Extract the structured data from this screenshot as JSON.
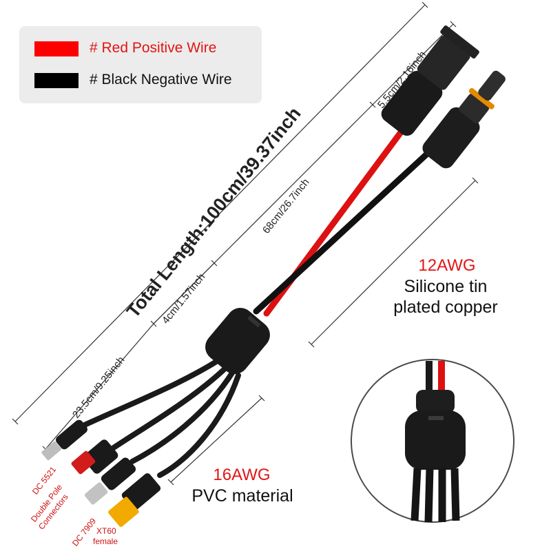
{
  "legend": {
    "red_label": "# Red Positive Wire",
    "black_label": "# Black Negative Wire",
    "red_color": "#ff0000",
    "black_color": "#000000"
  },
  "measurements": {
    "total_length": "Total Length:100cm/39.37inch",
    "main_length": "68cm/26.7inch",
    "connector_length": "5.5cm/2.16inch",
    "splitter_length": "4cm/1.57inch",
    "branch_length": "23.5cm/9.25inch"
  },
  "main_wire": {
    "gauge": "12AWG",
    "material_line1": "Silicone tin",
    "material_line2": "plated copper"
  },
  "branch_wire": {
    "gauge": "16AWG",
    "material": "PVC material"
  },
  "connectors": {
    "dc5521": "DC 5521",
    "double_pole_line1": "Double Pole",
    "double_pole_line2": "Connectors",
    "dc7909": "DC 7909",
    "xt60_line1": "XT60",
    "xt60_line2": "female"
  },
  "colors": {
    "accent_red": "#e31414",
    "connector_yellow": "#f2a900",
    "connector_red": "#d21c1c"
  }
}
